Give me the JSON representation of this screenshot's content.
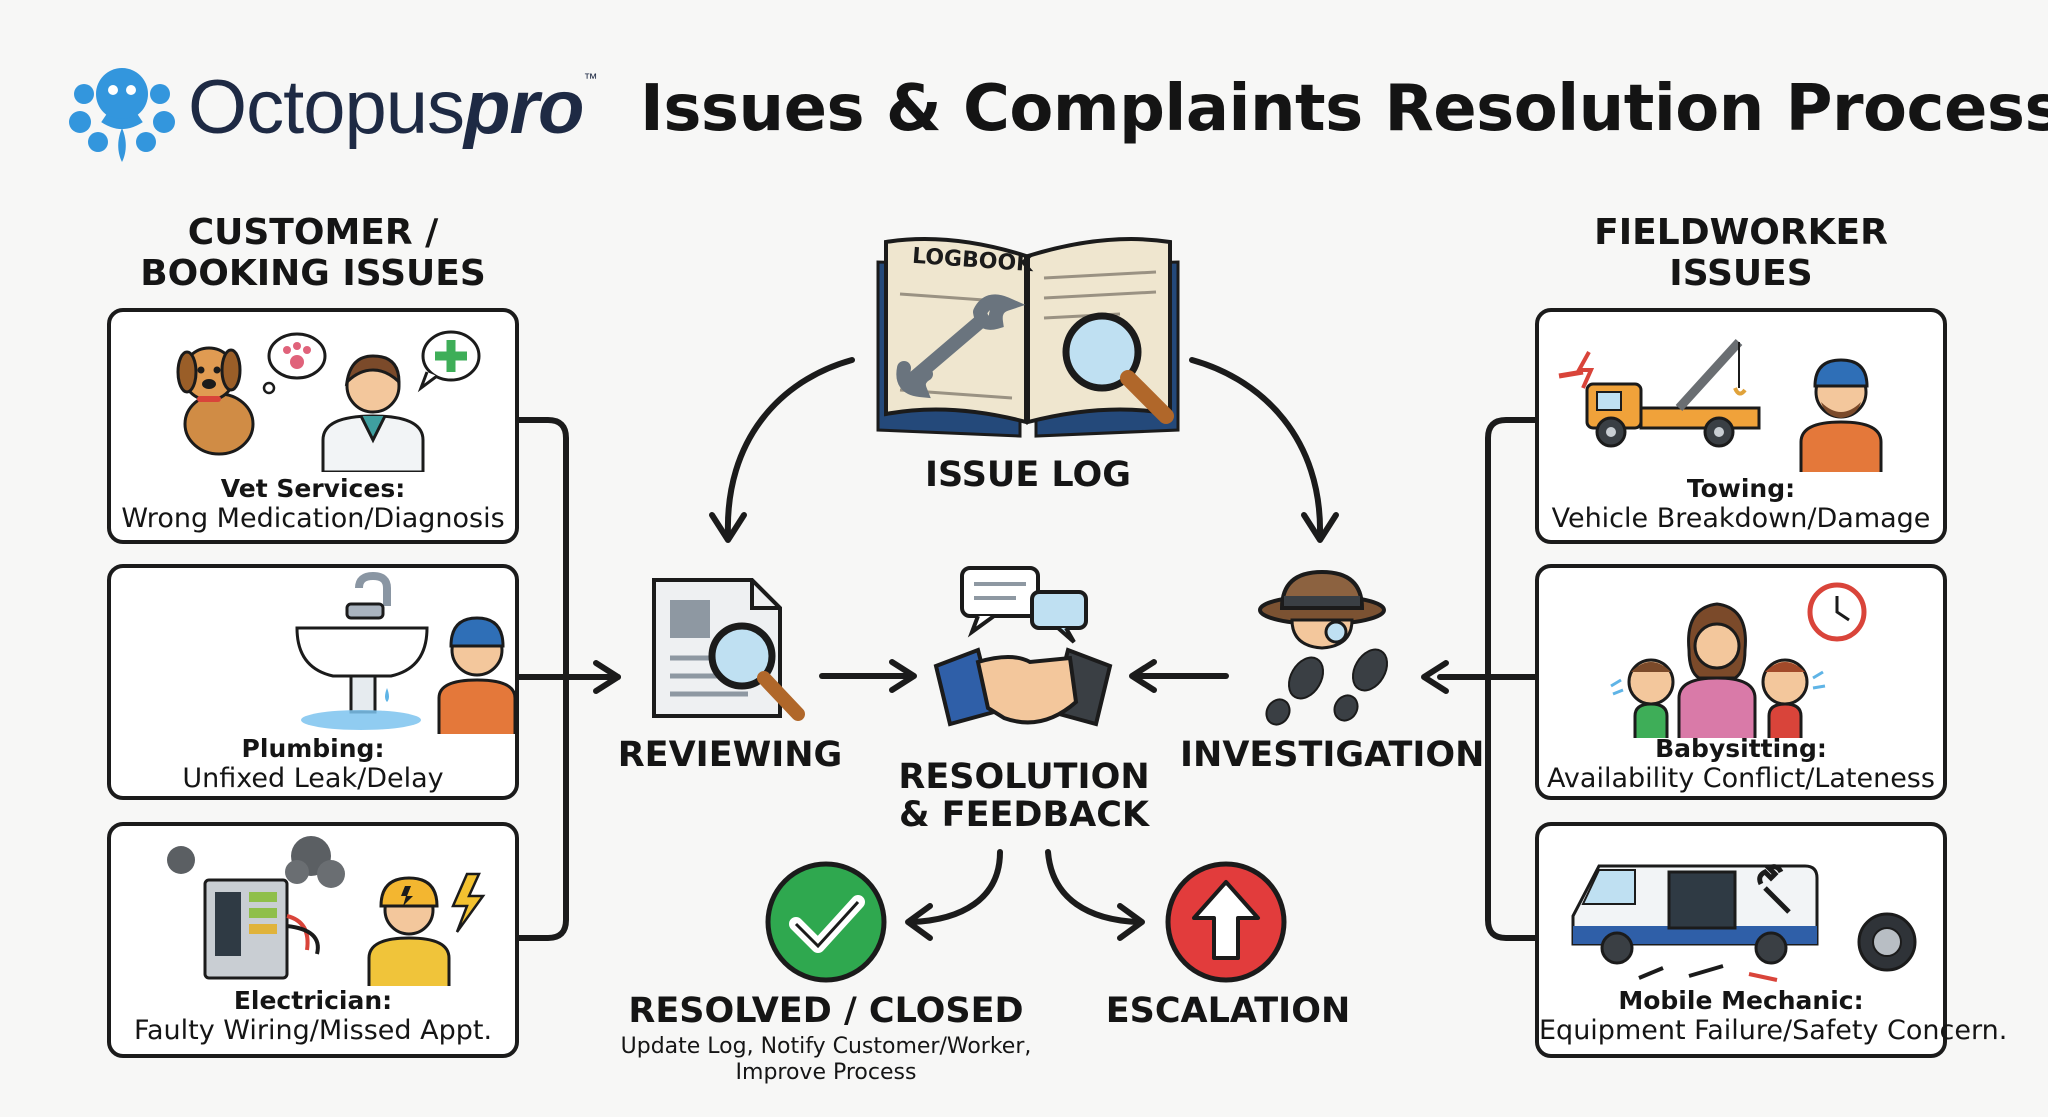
{
  "header": {
    "logo_text_regular": "Octopus",
    "logo_text_bold": "pro",
    "logo_tm": "™",
    "title": "Issues & Complaints Resolution Process"
  },
  "left_column": {
    "heading_line1": "CUSTOMER /",
    "heading_line2": "BOOKING ISSUES",
    "cards": [
      {
        "title": "Vet Services:",
        "subtitle": "Wrong Medication/Diagnosis"
      },
      {
        "title": "Plumbing:",
        "subtitle": "Unfixed Leak/Delay"
      },
      {
        "title": "Electrician:",
        "subtitle": "Faulty Wiring/Missed Appt."
      }
    ]
  },
  "right_column": {
    "heading_line1": "FIELDWORKER",
    "heading_line2": "ISSUES",
    "cards": [
      {
        "title": "Towing:",
        "subtitle": "Vehicle Breakdown/Damage"
      },
      {
        "title": "Babysitting:",
        "subtitle": "Availability Conflict/Lateness"
      },
      {
        "title": "Mobile Mechanic:",
        "subtitle": "Equipment Failure/Safety Concern."
      }
    ]
  },
  "center": {
    "logbook_label": "LOGBOOK",
    "issue_log": "ISSUE LOG",
    "reviewing": "REVIEWING",
    "resolution_line1": "RESOLUTION",
    "resolution_line2": "& FEEDBACK",
    "investigation": "INVESTIGATION",
    "resolved": "RESOLVED / CLOSED",
    "resolved_note_line1": "Update Log, Notify Customer/Worker,",
    "resolved_note_line2": "Improve Process",
    "escalation": "ESCALATION"
  },
  "colors": {
    "brand_blue": "#2f8fd6",
    "resolved_green": "#2fa84f",
    "escalation_red": "#e23c3c",
    "line_dark": "#1b1b1b"
  }
}
